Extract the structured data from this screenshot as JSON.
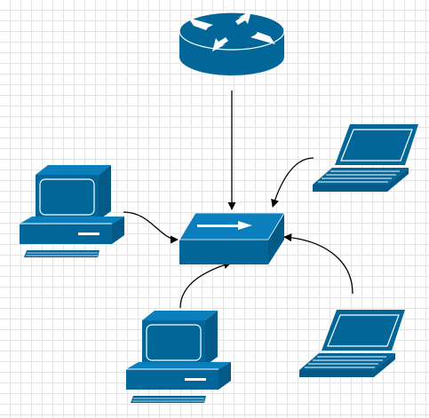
{
  "diagram": {
    "nodes": [
      {
        "id": "router",
        "icon": "router-icon"
      },
      {
        "id": "switch",
        "icon": "switch-icon"
      },
      {
        "id": "desktop-left",
        "icon": "desktop-computer-icon"
      },
      {
        "id": "desktop-bottom",
        "icon": "desktop-computer-icon"
      },
      {
        "id": "laptop-top-right",
        "icon": "laptop-icon"
      },
      {
        "id": "laptop-bottom-right",
        "icon": "laptop-icon"
      }
    ],
    "edges": [
      {
        "from": "router",
        "to": "switch"
      },
      {
        "from": "laptop-top-right",
        "to": "switch"
      },
      {
        "from": "desktop-left",
        "to": "switch"
      },
      {
        "from": "desktop-bottom",
        "to": "switch"
      },
      {
        "from": "laptop-bottom-right",
        "to": "switch"
      }
    ]
  },
  "colors": {
    "device_fill": "#036698",
    "device_highlight": "#ffffff",
    "connector": "#000000",
    "grid_line": "#e4e4e4",
    "background": "#ffffff"
  }
}
